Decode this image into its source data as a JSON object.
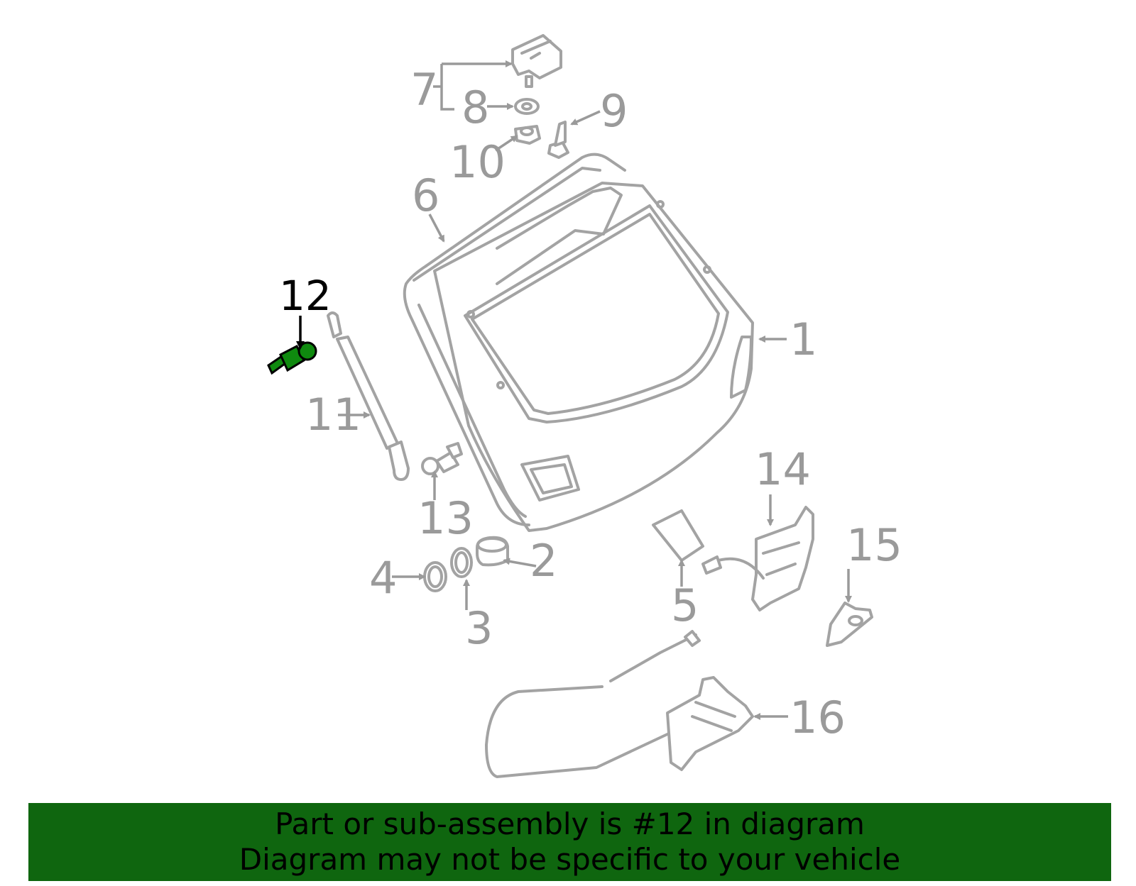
{
  "colors": {
    "banner_background": "#0f660f",
    "banner_text": "#000000",
    "part_outline": "#a3a3a3",
    "label_gray": "#9a9a9a",
    "highlight_fill": "#0f8a0f",
    "highlight_label": "#000000"
  },
  "highlighted_part": "12",
  "labels": {
    "p1": "1",
    "p2": "2",
    "p3": "3",
    "p4": "4",
    "p5": "5",
    "p6": "6",
    "p7": "7",
    "p8": "8",
    "p9": "9",
    "p10": "10",
    "p11": "11",
    "p12": "12",
    "p13": "13",
    "p14": "14",
    "p15": "15",
    "p16": "16"
  },
  "banner": {
    "line1": "Part or sub-assembly is #12 in diagram",
    "line2": "Diagram may not be specific to your vehicle"
  }
}
